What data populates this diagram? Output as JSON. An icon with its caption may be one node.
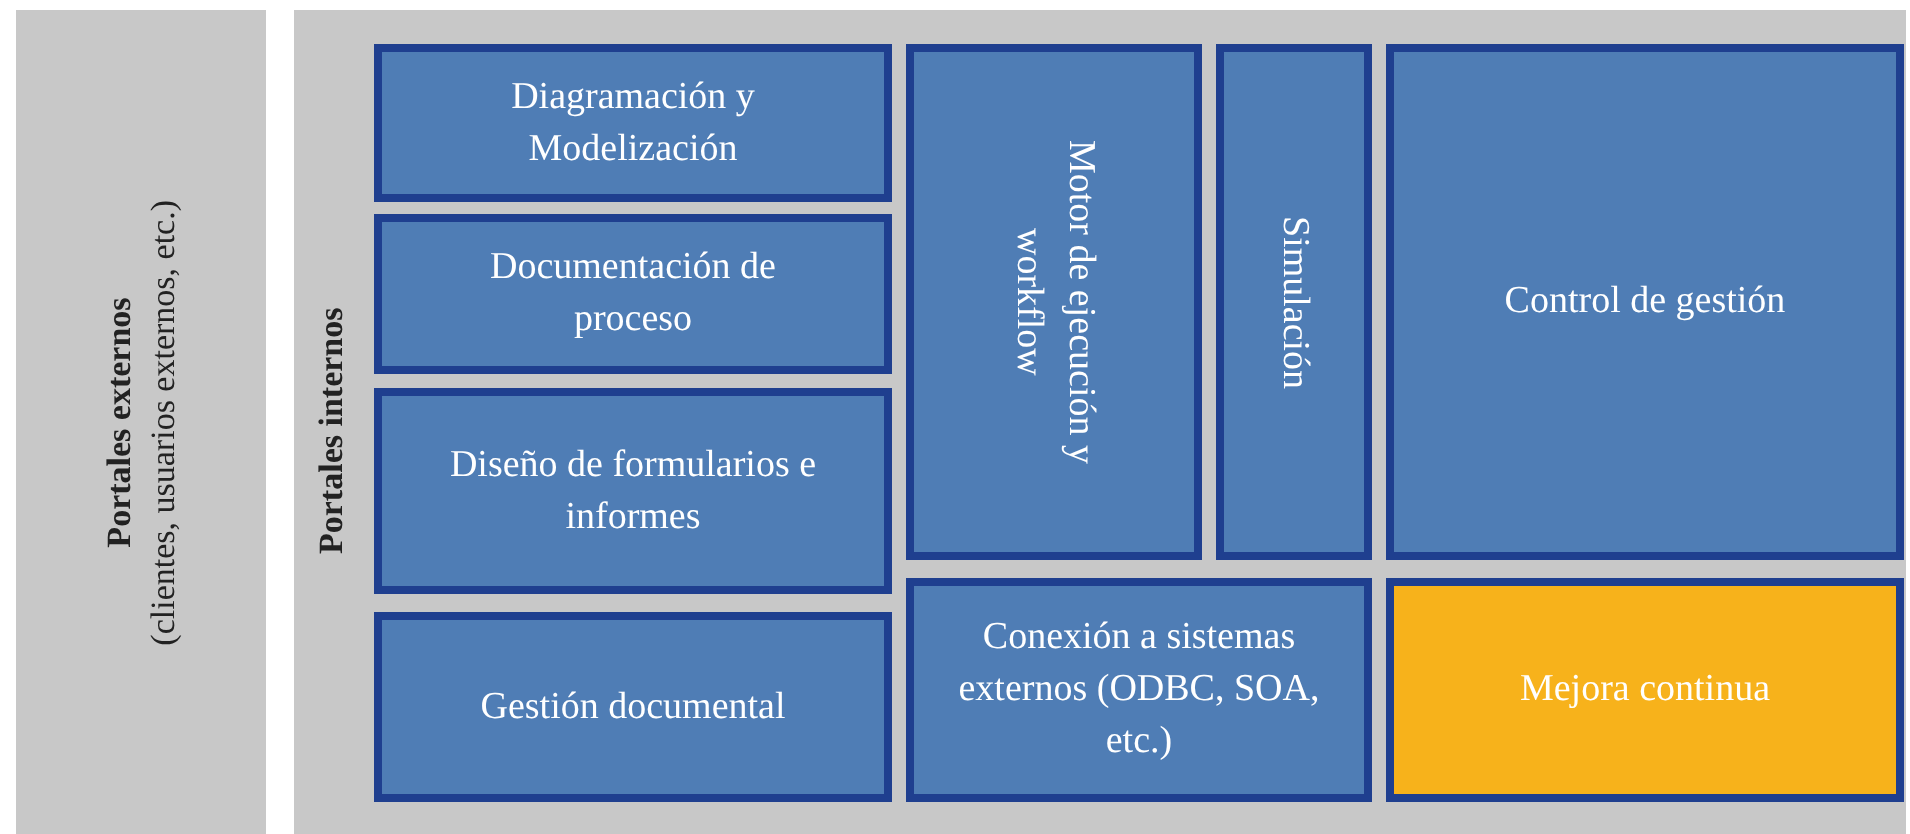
{
  "diagram": {
    "nodes": [
      {
        "text": [
          "Portales externos",
          "(clientes, usuarios externos, etc.)"
        ]
      },
      {
        "text": [
          "Portales internos"
        ]
      },
      {
        "text": [
          "Diagramación y Modelización"
        ],
        "in": 1
      },
      {
        "text": [
          "Motor de ejecución y workflow"
        ],
        "in": 1
      },
      {
        "text": [
          "Simulación"
        ],
        "in": 1
      },
      {
        "text": [
          "Control de gestión"
        ],
        "in": 1
      },
      {
        "text": [
          "Documentación de proceso"
        ],
        "in": 1
      },
      {
        "text": [
          "Diseño de formularios e informes"
        ],
        "in": 1
      },
      {
        "text": [
          "Gestión documental"
        ],
        "in": 1
      },
      {
        "text": [
          "Conexión a sistemas externos (ODBC, SOA, etc.)"
        ],
        "in": 1
      },
      {
        "text": [
          "Mejora continua"
        ],
        "in": 1
      }
    ]
  }
}
